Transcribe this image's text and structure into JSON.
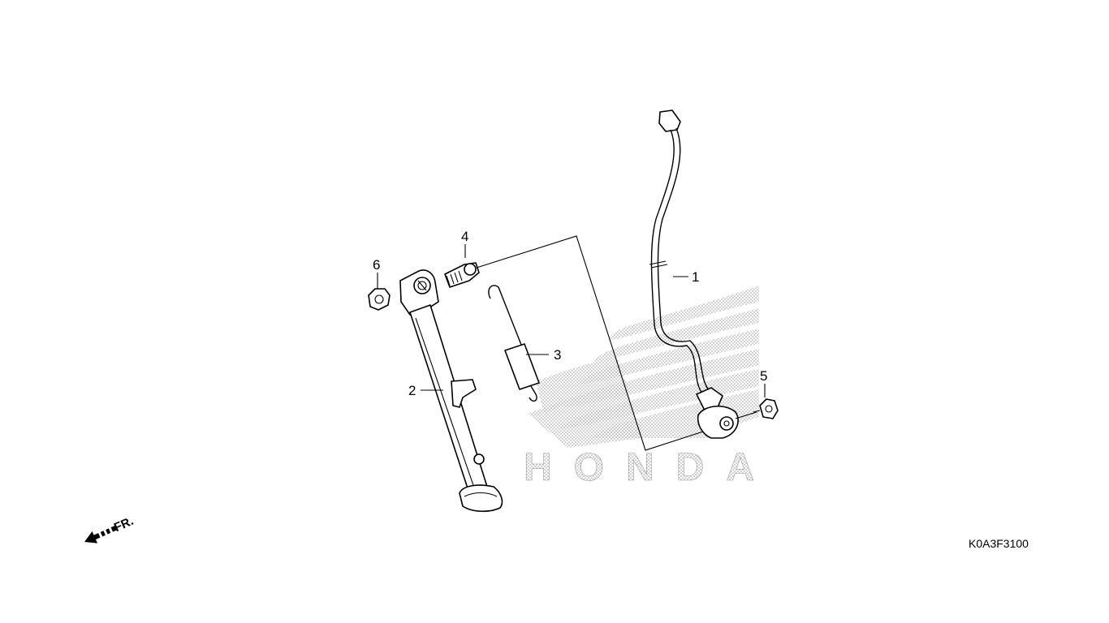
{
  "diagram": {
    "watermark": {
      "brand_text": "HONDA",
      "dot_color": "#9a9a9a"
    },
    "callouts": [
      {
        "id": "1",
        "label": "1",
        "part": "side-stand-switch"
      },
      {
        "id": "2",
        "label": "2",
        "part": "side-stand"
      },
      {
        "id": "3",
        "label": "3",
        "part": "side-stand-spring"
      },
      {
        "id": "4",
        "label": "4",
        "part": "pivot-bolt"
      },
      {
        "id": "5",
        "label": "5",
        "part": "flange-bolt"
      },
      {
        "id": "6",
        "label": "6",
        "part": "lock-nut"
      }
    ],
    "direction_indicator": {
      "label": "FR.",
      "icon": "front-arrow-icon"
    },
    "diagram_code": "K0A3F3100"
  }
}
